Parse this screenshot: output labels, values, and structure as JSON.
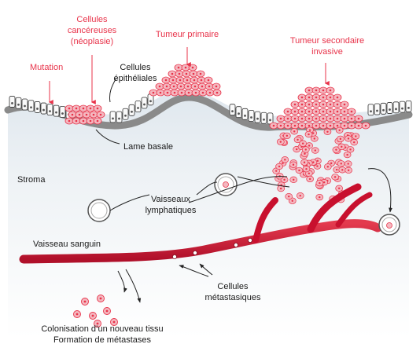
{
  "labels": {
    "mutation": "Mutation",
    "cancer_cells_l1": "Cellules",
    "cancer_cells_l2": "cancéreuses",
    "cancer_cells_l3": "(néoplasie)",
    "primary_tumor": "Tumeur primaire",
    "secondary_l1": "Tumeur secondaire",
    "secondary_l2": "invasive",
    "epithelial_l1": "Cellules",
    "epithelial_l2": "épithéliales",
    "basal_lamina": "Lame basale",
    "stroma": "Stroma",
    "lymph_l1": "Vaisseaux",
    "lymph_l2": "lymphatiques",
    "blood_vessel": "Vaisseau sanguin",
    "meta_l1": "Cellules",
    "meta_l2": "métastasiques",
    "colon_l1": "Colonisation d’un nouveau tissu",
    "colon_l2": "Formation de métastases"
  },
  "colors": {
    "accent_red": "#e8334a",
    "tumor_pink": "#f4b8c0",
    "vessel_red": "#c8102e",
    "lamina_gray": "#8a8a8a"
  }
}
